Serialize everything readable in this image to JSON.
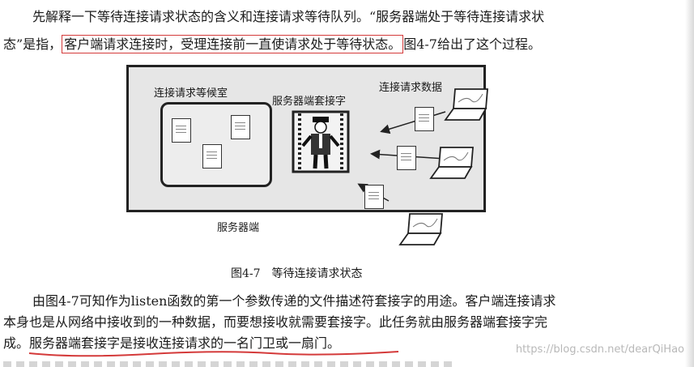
{
  "paragraph1": {
    "line1": "先解释一下等待连接请求状态的含义和连接请求等待队列。“服务器端处于等待连接请求状",
    "line2_prefix": "态”是指，",
    "line2_highlight": "客户端请求连接时，受理连接前一直使请求处于等待状态。",
    "line2_suffix": "图4-7给出了这个过程。"
  },
  "figure": {
    "waiting_room_label": "连接请求等候室",
    "server_socket_label": "服务器端套接字",
    "request_data_label": "连接请求数据",
    "server_label": "服务器端",
    "caption": "图4-7　等待连接请求状态"
  },
  "paragraph2": {
    "line1": "由图4-7可知作为listen函数的第一个参数传递的文件描述符套接字的用途。客户端连接请求",
    "line2": "本身也是从网络中接收到的一种数据，而要想接收就需要套接字。此任务就由服务器端套接字完",
    "line3_prefix": "成。",
    "line3_underlined": "服务器端套接字是接收连接请求的一名门卫或一扇门。"
  },
  "watermark": "https://blog.csdn.net/dearQiHao",
  "colors": {
    "highlight": "#d43a3a",
    "underline": "#d43a3a"
  }
}
